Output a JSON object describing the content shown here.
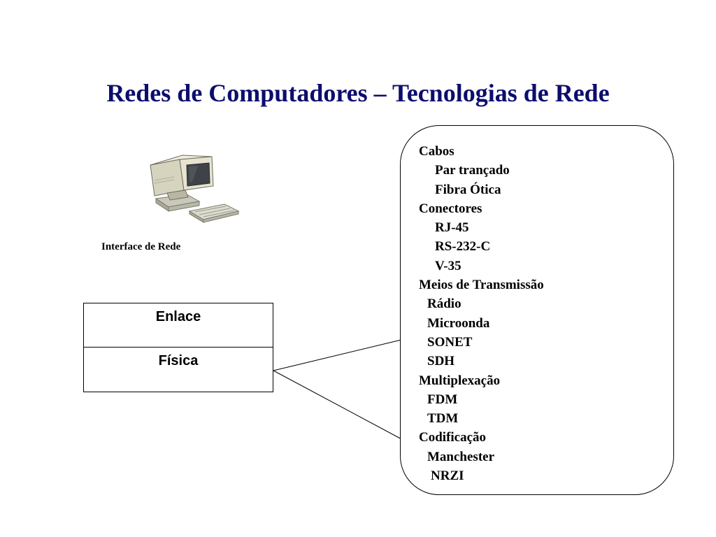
{
  "title": "Redes de Computadores – Tecnologias de Rede",
  "computer": {
    "label": "Interface de Rede",
    "icon": "desktop-computer-icon"
  },
  "layers": [
    {
      "label": "Enlace"
    },
    {
      "label": "Física"
    }
  ],
  "technologies": [
    {
      "text": "Cabos",
      "level": 0
    },
    {
      "text": "Par trançado",
      "level": 1
    },
    {
      "text": "Fibra Ótica",
      "level": 1
    },
    {
      "text": "Conectores",
      "level": 0
    },
    {
      "text": "RJ-45",
      "level": 1
    },
    {
      "text": "RS-232-C",
      "level": 1
    },
    {
      "text": "V-35",
      "level": 1
    },
    {
      "text": "Meios de Transmissão",
      "level": 0
    },
    {
      "text": "Rádio",
      "level": 2
    },
    {
      "text": "Microonda",
      "level": 2
    },
    {
      "text": "SONET",
      "level": 2
    },
    {
      "text": "SDH",
      "level": 2
    },
    {
      "text": "Multiplexação",
      "level": 0
    },
    {
      "text": "FDM",
      "level": 2
    },
    {
      "text": "TDM",
      "level": 2
    },
    {
      "text": "Codificação",
      "level": 0
    },
    {
      "text": "Manchester",
      "level": 2
    },
    {
      "text": "NRZI",
      "level": 3
    }
  ],
  "colors": {
    "title": "#0d0d6e",
    "lines": "#000000"
  }
}
